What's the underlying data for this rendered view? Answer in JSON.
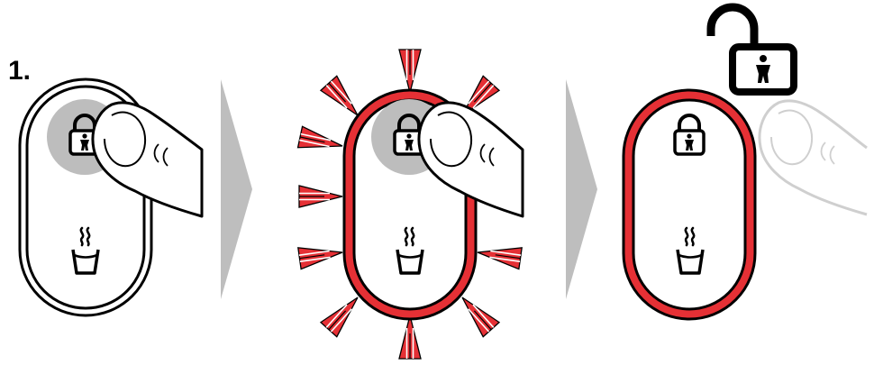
{
  "step": {
    "number": "1."
  },
  "colors": {
    "alert_red": "#e53035",
    "arrow_grey": "#bebebe",
    "press_grey": "#bdbdbd",
    "ghost_grey": "#cfcfcf",
    "ink": "#000000"
  },
  "panels": [
    {
      "name": "press-lock-button",
      "icons": [
        "lock-child-icon",
        "hot-water-cup-icon",
        "finger-icon"
      ],
      "highlight": "none"
    },
    {
      "name": "hold-lock-button",
      "icons": [
        "lock-child-icon",
        "hot-water-cup-icon",
        "finger-icon",
        "flash-burst-icon"
      ],
      "highlight": "red-outline-flashing"
    },
    {
      "name": "unlocked-result",
      "icons": [
        "lock-child-icon",
        "hot-water-cup-icon",
        "open-padlock-child-icon",
        "released-finger-icon"
      ],
      "highlight": "red-outline"
    }
  ],
  "arrows": [
    "chevron-right-icon",
    "chevron-right-icon"
  ]
}
